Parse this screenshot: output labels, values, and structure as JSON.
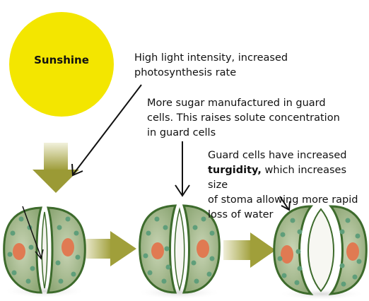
{
  "sun": {
    "label": "Sunshine",
    "color": "#f3e600"
  },
  "annotations": {
    "light": {
      "line1": "High light intensity, increased",
      "line2": "photosynthesis rate"
    },
    "sugar": {
      "line1": "More sugar manufactured in guard",
      "line2": "cells. This raises solute concentration",
      "line3": "in guard cells"
    },
    "turgidity": {
      "line1": "Guard cells have increased",
      "bold_word": "turgidity,",
      "line2_rest": " which increases size",
      "line3": "of stoma allowing more rapid",
      "line4": "loss of water"
    }
  },
  "colors": {
    "guard_cell_fill": "#9fb58a",
    "guard_cell_outline": "#3d6b2c",
    "chloroplast": "#5f9e7a",
    "nucleus": "#e07a52",
    "process_arrow": "#a8a640"
  }
}
